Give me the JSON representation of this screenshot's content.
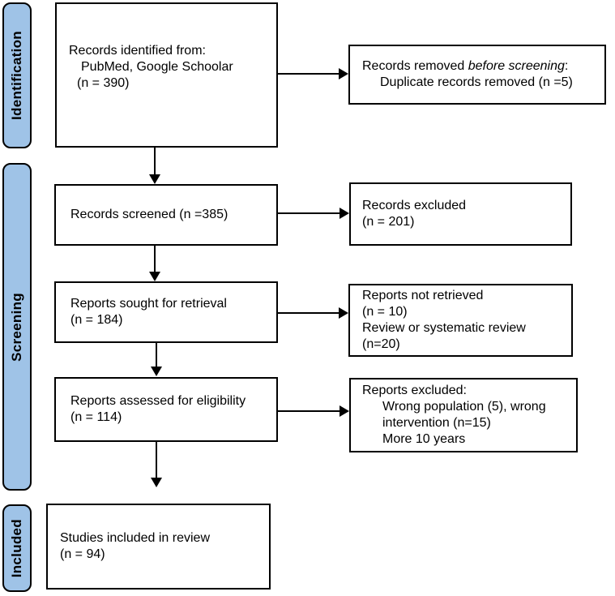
{
  "colors": {
    "stage_fill": "#9fc3e7",
    "border": "#000000",
    "box_fill": "#ffffff",
    "background": "#ffffff",
    "text": "#000000"
  },
  "stages": {
    "identification": "Identification",
    "screening": "Screening",
    "included": "Included"
  },
  "boxes": {
    "records_identified": {
      "lines": [
        "Records identified from:",
        "PubMed, Google Schoolar",
        "(n = 390)"
      ]
    },
    "records_removed": {
      "prefix": "Records removed ",
      "italic": "before screening",
      "suffix": ":",
      "line2": "Duplicate records removed (n =5)"
    },
    "records_screened": {
      "lines": [
        "Records screened (n =385)"
      ]
    },
    "records_excluded": {
      "lines": [
        "Records excluded",
        "(n = 201)"
      ]
    },
    "reports_sought": {
      "lines": [
        "Reports sought for retrieval",
        "(n = 184)"
      ]
    },
    "reports_not_retrieved": {
      "lines": [
        "Reports not retrieved",
        "(n = 10)",
        "Review or systematic review",
        "(n=20)"
      ]
    },
    "reports_assessed": {
      "lines": [
        "Reports assessed for eligibility",
        "(n = 114)"
      ]
    },
    "reports_excluded": {
      "lines": [
        "Reports excluded:",
        "Wrong population (5), wrong",
        "intervention (n=15)",
        "More 10 years"
      ]
    },
    "studies_included": {
      "lines": [
        "Studies included in review",
        "(n = 94)"
      ]
    }
  }
}
